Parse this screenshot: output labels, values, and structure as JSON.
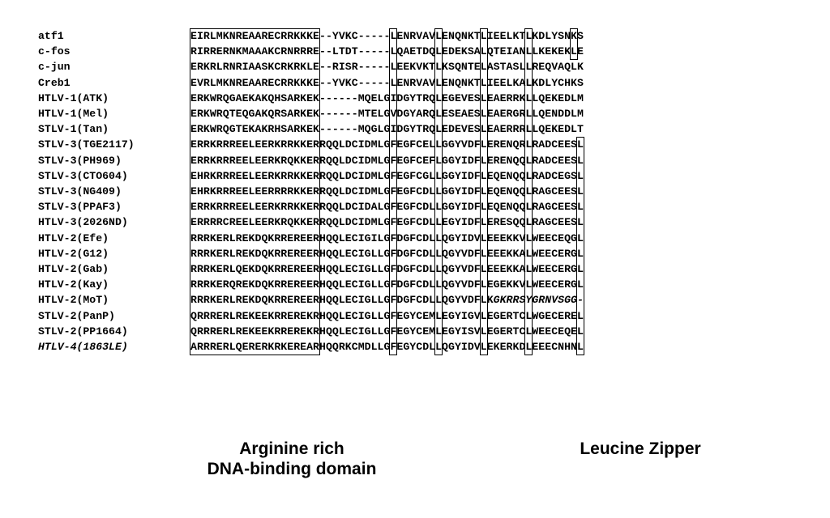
{
  "alignment": {
    "rows": [
      {
        "name": "atf1",
        "seq": "EIRLMKNREAARECRRKKKE--YVKC-----LENRVAVLENQNKTLIEELKTLKDLYSNKS"
      },
      {
        "name": "c-fos",
        "seq": "RIRRERNKMAAAKCRNRRRE--LTDT-----LQAETDQLEDEKSALQTEIANLLKEKEKLE"
      },
      {
        "name": "c-jun",
        "seq": "ERKRLRNRIAASKCRKRKLE--RISR-----LEEKVKTLKSQNTELASTASLLREQVAQLK"
      },
      {
        "name": "Creb1",
        "seq": "EVRLMKNREAARECRRKKKE--YVKC-----LENRVAVLENQNKTLIEELKALKDLYCHKS"
      },
      {
        "name": "HTLV-1(ATK)",
        "seq": "ERKWRQGAEKAKQHSARKEK------MQELGIDGYTRQLEGEVESLEAERRKLLQEKEDLM"
      },
      {
        "name": "HTLV-1(Mel)",
        "seq": "ERKWRQTEQGAKQRSARKEK------MTELGVDGYARQLESEAESLEAERGRLLQENDDLM"
      },
      {
        "name": "STLV-1(Tan)",
        "seq": "ERKWRQGTEKAKRHSARKEK------MQGLGIDGYTRQLEDEVESLEAERRRLLQEKEDLT"
      },
      {
        "name": "STLV-3(TGE2117)",
        "seq": "ERRKRRREELEERKRRKKERRQQLDCIDMLGFEGFCELLGGYVDFLERENQRLRADCEESL"
      },
      {
        "name": "STLV-3(PH969)",
        "seq": "ERRKRRREELEERKRQKKERRQQLDCIDMLGFEGFCEFLGGYIDFLERENQQLRADCEESL"
      },
      {
        "name": "STLV-3(CTO604)",
        "seq": "EHRKRRREELEERKRRKKERRQQLDCIDMLGFEGFCGLLGGYIDFLEQENQQLRADCEGSL"
      },
      {
        "name": "STLV-3(NG409)",
        "seq": "EHRKRRREELEERRRRKKERRQQLDCIDMLGFEGFCDLLGGYIDFLEQENQQLRAGCEESL"
      },
      {
        "name": "STLV-3(PPAF3)",
        "seq": "ERRKRRREELEERKRRKKERRQQLDCIDALGFEGFCDLLGGYIDFLEQENQQLRAGCEESL"
      },
      {
        "name": "HTLV-3(2026ND)",
        "seq": "ERRRRCREELEERKRQKKERRQQLDCIDMLGFEGFCDLLEGYIDFLERESQQLRAGCEESL"
      },
      {
        "name": "HTLV-2(Efe)",
        "seq": "RRRKERLREKDQKRREREERHQQLECIGILGFDGFCDLLQGYIDVLEEEKKVLWEECEQGL"
      },
      {
        "name": "HTLV-2(G12)",
        "seq": "RRRKERLREKDQKRREREERHQQLECIGLLGFDGFCDLLQGYVDFLEEEKKALWEECERGL"
      },
      {
        "name": "HTLV-2(Gab)",
        "seq": "RRRKERLQEKDQKRREREERHQQLECIGLLGFDGFCDLLQGYVDFLEEEKKALWEECERGL"
      },
      {
        "name": "HTLV-2(Kay)",
        "seq": "RRRKERQREKDQKRREREERHQQLECIGLLGFDGFCDLLQGYVDFLEGEKKVLWEECERGL"
      },
      {
        "name": "HTLV-2(MoT)",
        "seq": "RRRKERLREKDQKRREREERHQQLECIGLLGFDGFCDLLQGYVDFLKGKRRSYGRNVSGG-"
      },
      {
        "name": "STLV-2(PanP)",
        "seq": "QRRRERLREKEEKRREREKRHQQLECIGLLGFEGYCEMLEGYIGVLEGERTCLWGECEREL"
      },
      {
        "name": "STLV-2(PP1664)",
        "seq": "QRRRERLREKEEKRREREKRHQQLECIGLLGFEGYCEMLEGYISVLEGERTCLWEECEQEL"
      },
      {
        "name": "HTLV-4(1863LE)",
        "seq": "ARRRERLQERERKRKEREARHQQRKCMDLLGFEGYCDLLQGYIDVLEKERKDLEEECNHNL"
      }
    ]
  },
  "labels": {
    "arginine_line1": "Arginine rich",
    "arginine_line2": "DNA-binding domain",
    "leucine": "Leucine Zipper"
  }
}
